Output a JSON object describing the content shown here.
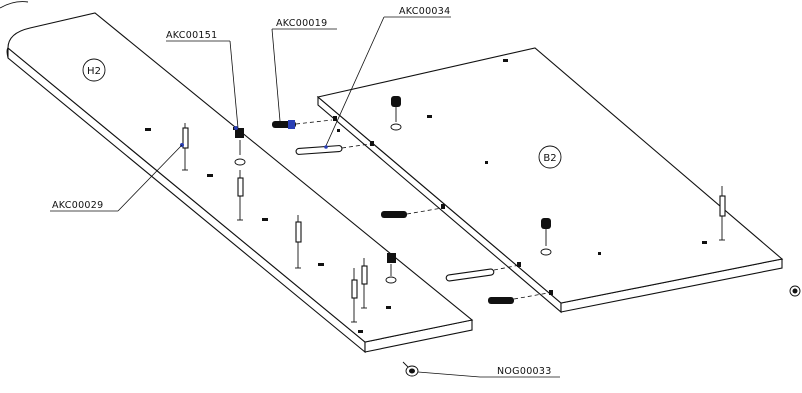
{
  "diagram": {
    "callouts": {
      "akc00151": "AKC00151",
      "akc00019": "AKC00019",
      "akc00034": "AKC00034",
      "akc00029": "AKC00029",
      "nog00033": "NOG00033"
    },
    "panels": {
      "left": "H2",
      "right": "B2"
    }
  }
}
